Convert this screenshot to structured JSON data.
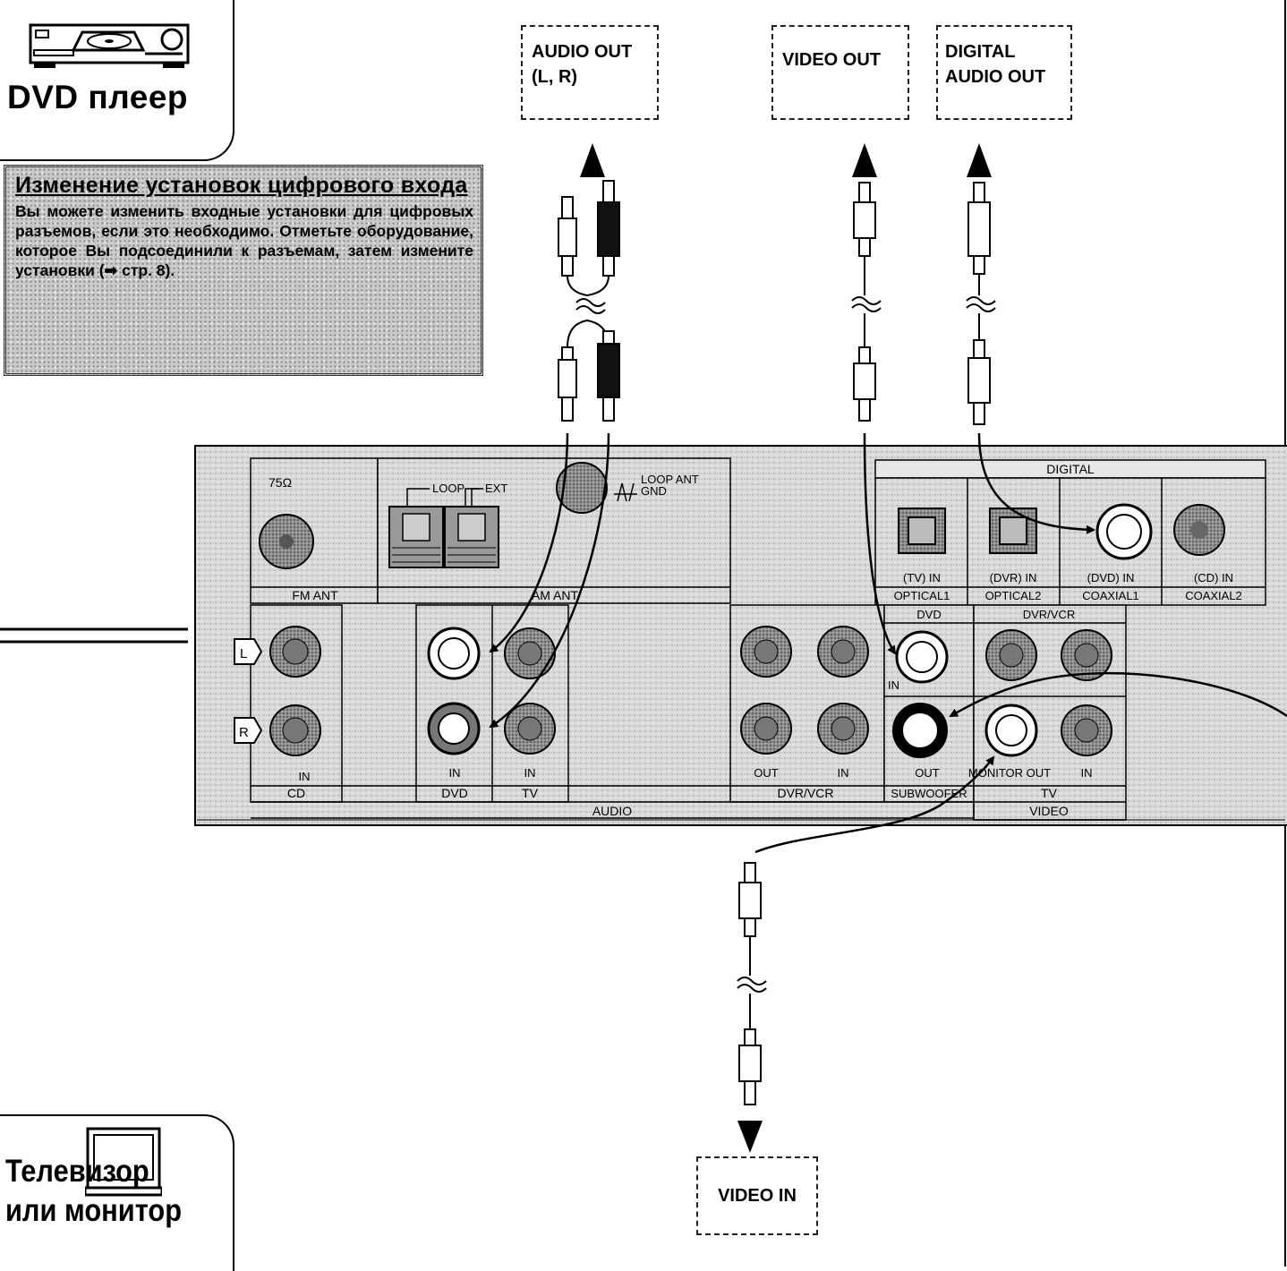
{
  "dvd_device": {
    "title": "DVD плеер",
    "icon": "dvd-player-icon"
  },
  "tv_device": {
    "title": "Телевизор или монитор",
    "icon": "tv-icon"
  },
  "note": {
    "title": "Изменение установок цифрового входа",
    "body": "Вы можете изменить входные установки для цифровых разъемов, если это необходимо. Отметьте оборудование, которое Вы подсоединили к разъемам, затем измените установки (➡ стр. 8)."
  },
  "dvd_outputs": {
    "audio_out": "AUDIO OUT\n(L, R)",
    "video_out": "VIDEO OUT",
    "digital_audio_out": "DIGITAL\nAUDIO OUT"
  },
  "tv_input": {
    "video_in": "VIDEO IN"
  },
  "rear_panel": {
    "fm_impedance": "75Ω",
    "fm_ant": "FM ANT",
    "am_ant": "AM ANT",
    "loop": "LOOP",
    "ext": "EXT",
    "loop_ant": "LOOP ANT",
    "gnd": "GND",
    "digital": "DIGITAL",
    "tv_in": "(TV) IN",
    "dvr_in_digital": "(DVR) IN",
    "dvd_in_digital": "(DVD) IN",
    "cd_in_digital": "(CD) IN",
    "optical1": "OPTICAL1",
    "optical2": "OPTICAL2",
    "coaxial1": "COAXIAL1",
    "coaxial2": "COAXIAL2",
    "channel_l": "L",
    "channel_r": "R",
    "in": "IN",
    "out": "OUT",
    "cd": "CD",
    "dvd": "DVD",
    "tv": "TV",
    "dvr_vcr": "DVR/VCR",
    "subwoofer": "SUBWOOFER",
    "monitor_out": "MONITOR OUT",
    "audio": "AUDIO",
    "video": "VIDEO"
  },
  "colors": {
    "panel_fill": "#d8d8d8",
    "jack_dark": "#6e6e6e",
    "line": "#000000"
  }
}
